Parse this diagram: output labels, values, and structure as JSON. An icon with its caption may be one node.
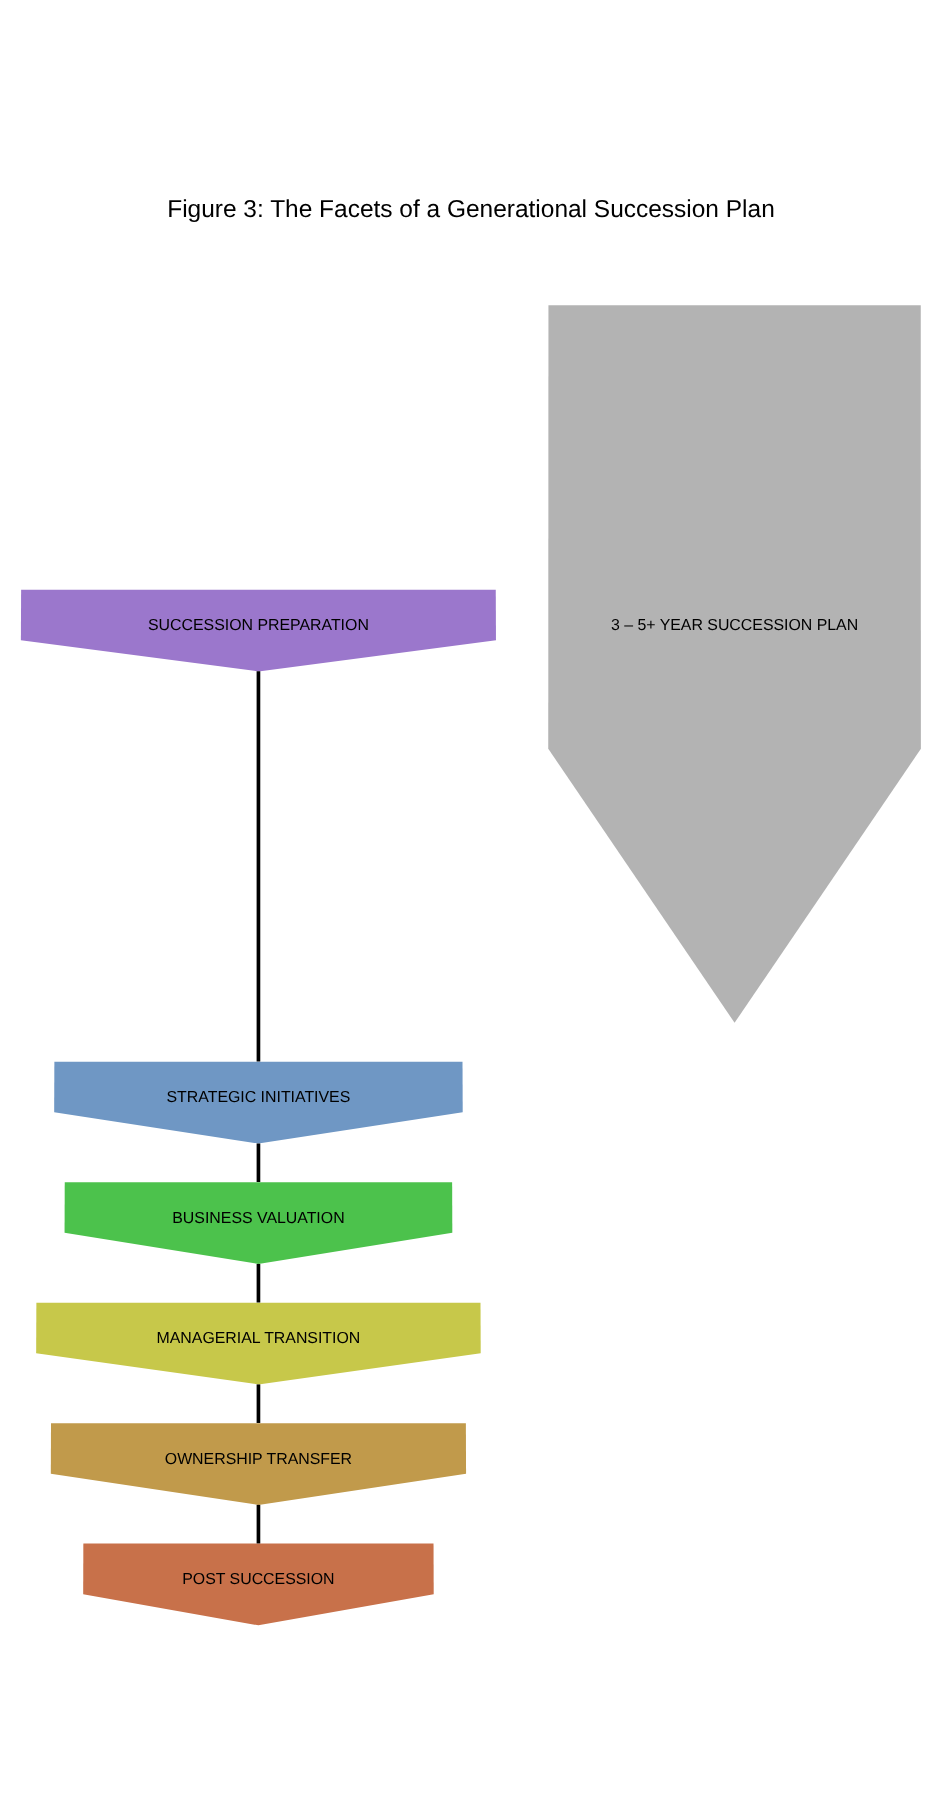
{
  "diagram": {
    "title": "Figure 3: The Facets of a Generational Succession Plan",
    "nodes": [
      {
        "text": [
          "SUCCESSION PREPARATION"
        ]
      },
      {
        "text": [
          "STRATEGIC INITIATIVES"
        ]
      },
      {
        "text": [
          "BUSINESS VALUATION"
        ]
      },
      {
        "text": [
          "MANAGERIAL TRANSITION"
        ]
      },
      {
        "text": [
          "OWNERSHIP TRANSFER"
        ]
      },
      {
        "text": [
          "POST SUCCESSION"
        ]
      },
      {
        "text": [
          "3 – 5+ YEAR SUCCESSION PLAN"
        ]
      }
    ],
    "edges": [
      {
        "from": 0,
        "to": 1,
        "arrow": "none"
      },
      {
        "from": 1,
        "to": 2,
        "arrow": "none"
      },
      {
        "from": 2,
        "to": 3,
        "arrow": "none"
      },
      {
        "from": 3,
        "to": 4,
        "arrow": "none"
      },
      {
        "from": 4,
        "to": 5,
        "arrow": "none"
      }
    ]
  }
}
